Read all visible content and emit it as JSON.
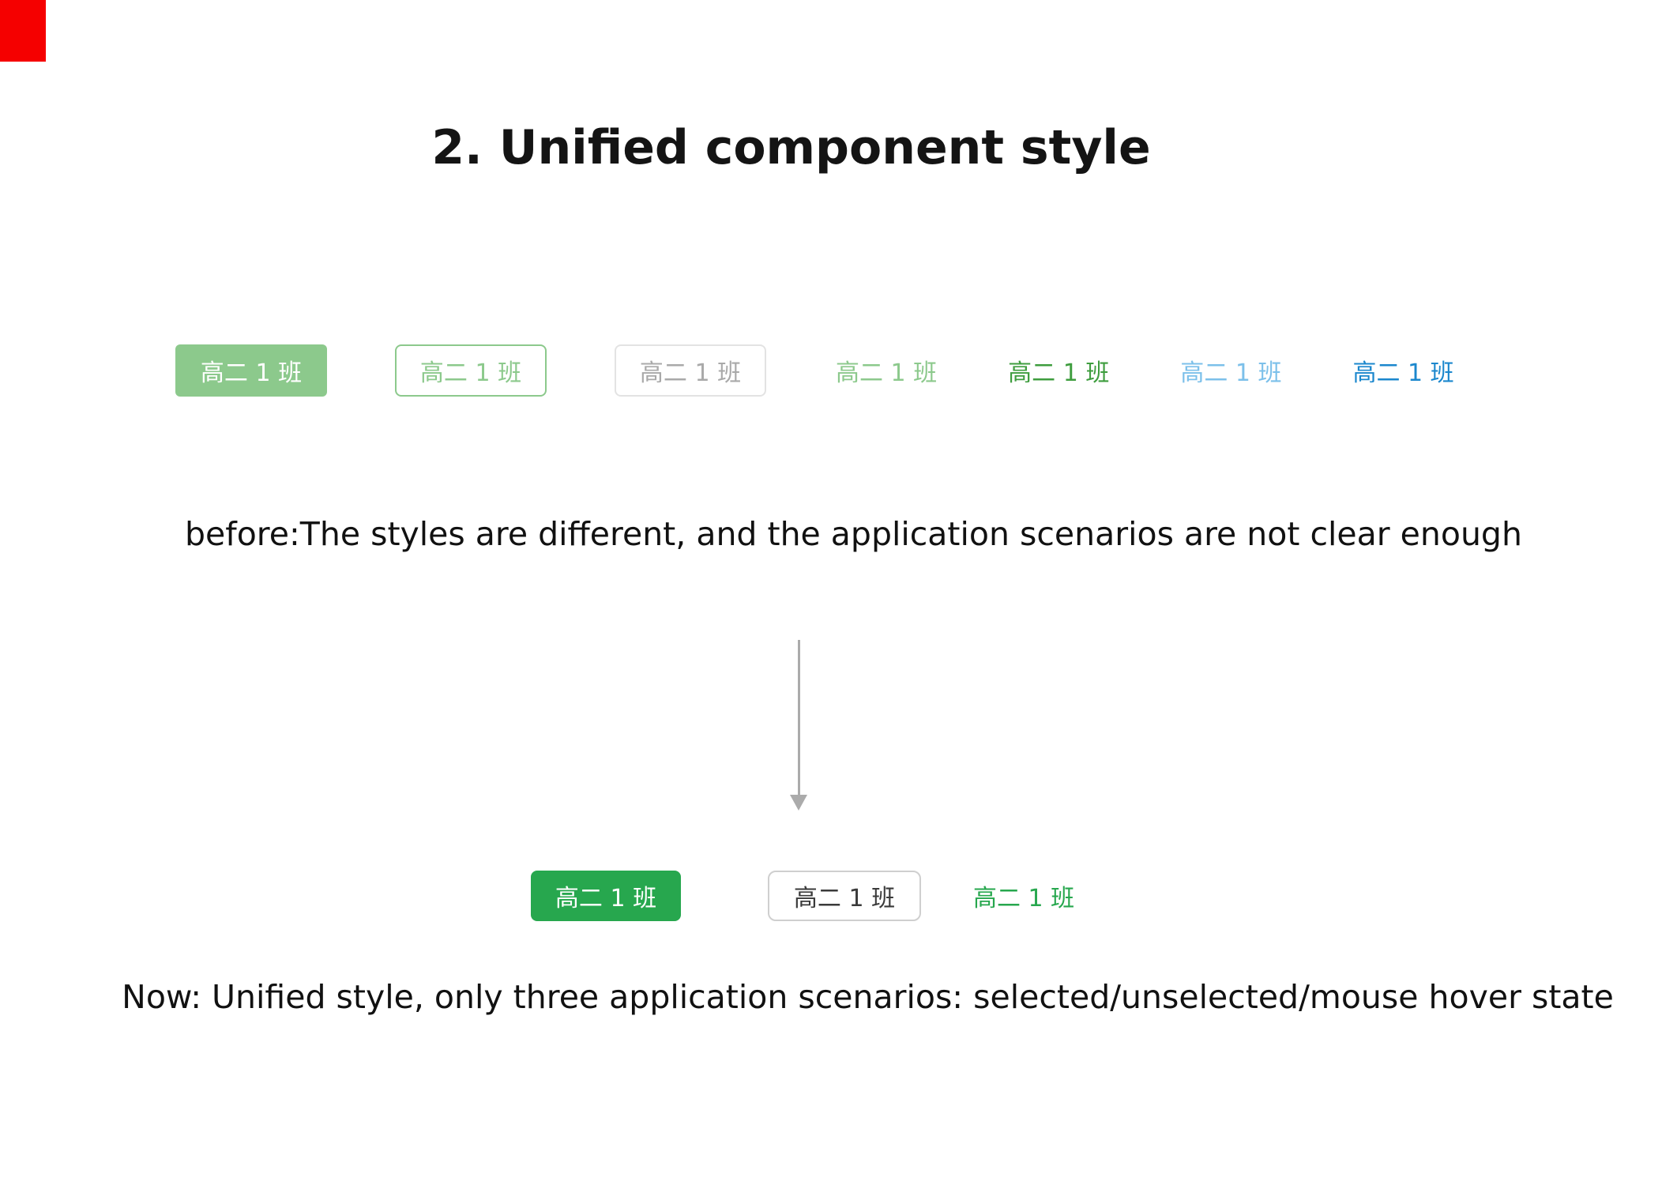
{
  "corner_marker": {
    "color": "#f50000"
  },
  "title": {
    "text": "2. Unified component style"
  },
  "before_section": {
    "tags": [
      {
        "label": "高二 1 班",
        "variant": "filled",
        "fill": "#8cc98c",
        "text_color": "#ffffff"
      },
      {
        "label": "高二 1 班",
        "variant": "outlined",
        "border_color": "#8cc98c",
        "text_color": "#8cc98c"
      },
      {
        "label": "高二 1 班",
        "variant": "outlined",
        "border_color": "#e3e3e3",
        "text_color": "#a9a9a9"
      },
      {
        "label": "高二 1 班",
        "variant": "text",
        "text_color": "#8cc98c"
      },
      {
        "label": "高二 1 班",
        "variant": "text",
        "text_color": "#3e9d3e"
      },
      {
        "label": "高二 1 班",
        "variant": "text",
        "text_color": "#7cc0ea"
      },
      {
        "label": "高二 1 班",
        "variant": "text",
        "text_color": "#1b87cd"
      }
    ],
    "caption": "before:The styles are different, and the application scenarios are not clear enough"
  },
  "arrow": {
    "direction": "down",
    "color": "#ababab"
  },
  "now_section": {
    "tags": [
      {
        "label": "高二 1 班",
        "variant": "filled",
        "state": "selected",
        "fill": "#27a74e",
        "text_color": "#ffffff"
      },
      {
        "label": "高二 1 班",
        "variant": "outlined",
        "state": "unselected",
        "border_color": "#cfcfcf",
        "text_color": "#3a3a3a"
      },
      {
        "label": "高二 1 班",
        "variant": "text",
        "state": "mouse-hover",
        "text_color": "#27a74e"
      }
    ],
    "caption": "Now: Unified style, only three application scenarios: selected/unselected/mouse hover state"
  }
}
